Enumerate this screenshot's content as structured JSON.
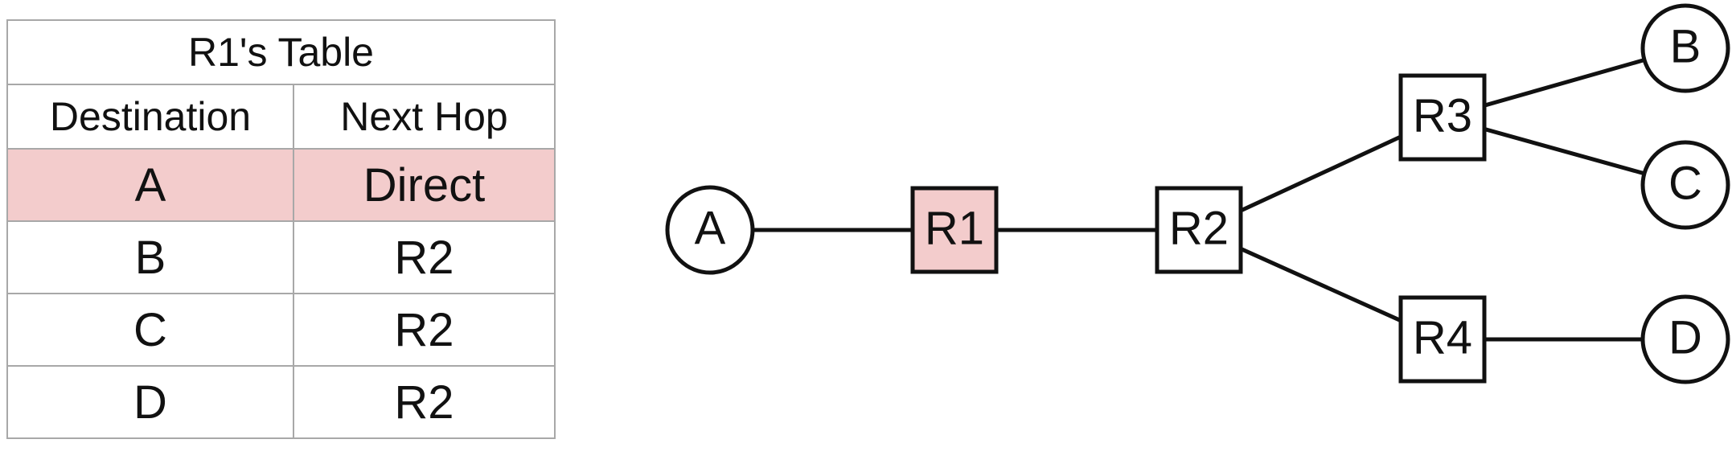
{
  "table": {
    "title": "R1's Table",
    "headers": [
      "Destination",
      "Next Hop"
    ],
    "rows": [
      {
        "destination": "A",
        "next_hop": "Direct",
        "highlighted": true
      },
      {
        "destination": "B",
        "next_hop": "R2",
        "highlighted": false
      },
      {
        "destination": "C",
        "next_hop": "R2",
        "highlighted": false
      },
      {
        "destination": "D",
        "next_hop": "R2",
        "highlighted": false
      }
    ],
    "highlight_color": "#f3cccc",
    "border_color": "#a8a8a8"
  },
  "diagram": {
    "nodes": [
      {
        "id": "A",
        "label": "A",
        "shape": "circle"
      },
      {
        "id": "R1",
        "label": "R1",
        "shape": "square",
        "highlighted": true
      },
      {
        "id": "R2",
        "label": "R2",
        "shape": "square"
      },
      {
        "id": "R3",
        "label": "R3",
        "shape": "square"
      },
      {
        "id": "R4",
        "label": "R4",
        "shape": "square"
      },
      {
        "id": "B",
        "label": "B",
        "shape": "circle"
      },
      {
        "id": "C",
        "label": "C",
        "shape": "circle"
      },
      {
        "id": "D",
        "label": "D",
        "shape": "circle"
      }
    ],
    "links": [
      [
        "A",
        "R1"
      ],
      [
        "R1",
        "R2"
      ],
      [
        "R2",
        "R3"
      ],
      [
        "R2",
        "R4"
      ],
      [
        "R3",
        "B"
      ],
      [
        "R3",
        "C"
      ],
      [
        "R4",
        "D"
      ]
    ],
    "highlight_color": "#f3cccc",
    "stroke_color": "#111111"
  }
}
